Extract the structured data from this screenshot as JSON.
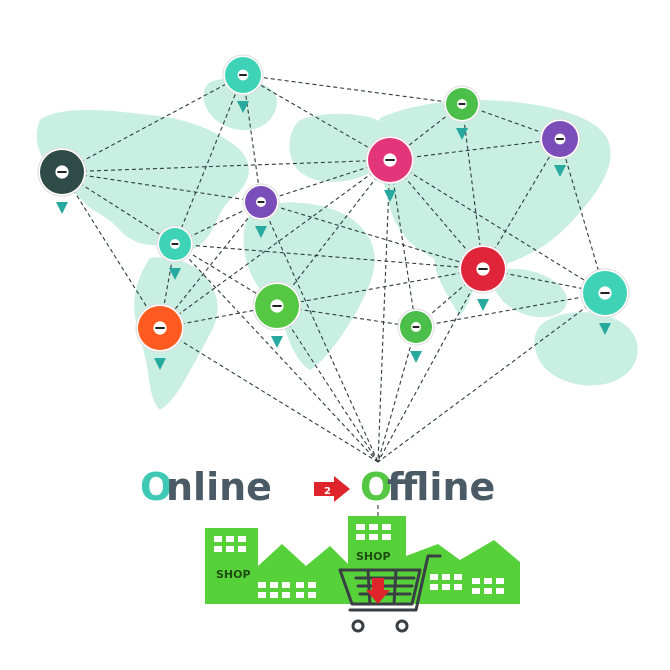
{
  "colors": {
    "map": "#c9efe3",
    "connector": "#2f3b3b",
    "pin_tail": "#27a9a0",
    "text": "#4b5b66",
    "o_accent_online": "#3fc9b4",
    "o_accent_offline": "#55c742",
    "arrow": "#e0242c",
    "shop_green": "#57d13a",
    "shop_dark": "#1e4d12",
    "cart": "#3a3f44"
  },
  "title": {
    "first_letter": "O",
    "online_rest": "nline",
    "arrow_number": "2",
    "second_letter": "O",
    "offline_rest": "ffline"
  },
  "shops": {
    "left_sign": "SHOP",
    "right_sign": "SHOP"
  },
  "nodes": [
    {
      "id": "n1",
      "color": "#2f4b47",
      "size": "large",
      "icon": "minus-circle-icon"
    },
    {
      "id": "n2",
      "color": "#3ed3b6",
      "size": "medium",
      "icon": "minus-circle-icon"
    },
    {
      "id": "n3",
      "color": "#4cbf4a",
      "size": "small",
      "icon": "minus-circle-icon"
    },
    {
      "id": "n4",
      "color": "#7b4db8",
      "size": "medium",
      "icon": "minus-circle-icon"
    },
    {
      "id": "n5",
      "color": "#e3357a",
      "size": "large",
      "icon": "minus-circle-icon"
    },
    {
      "id": "n6",
      "color": "#7b4db8",
      "size": "small",
      "icon": "minus-circle-icon"
    },
    {
      "id": "n7",
      "color": "#3ed3b6",
      "size": "small",
      "icon": "minus-circle-icon"
    },
    {
      "id": "n8",
      "color": "#e0243a",
      "size": "large",
      "icon": "minus-circle-icon"
    },
    {
      "id": "n9",
      "color": "#3ed3b6",
      "size": "large",
      "icon": "minus-circle-icon"
    },
    {
      "id": "n10",
      "color": "#ff5a1f",
      "size": "large",
      "icon": "minus-circle-icon"
    },
    {
      "id": "n11",
      "color": "#55c742",
      "size": "large",
      "icon": "minus-circle-icon"
    },
    {
      "id": "n12",
      "color": "#4cbf4a",
      "size": "small",
      "icon": "minus-circle-icon"
    }
  ],
  "links": [
    [
      "n1",
      "n2"
    ],
    [
      "n1",
      "n7"
    ],
    [
      "n1",
      "n6"
    ],
    [
      "n1",
      "n5"
    ],
    [
      "n1",
      "n10"
    ],
    [
      "n2",
      "n3"
    ],
    [
      "n2",
      "n7"
    ],
    [
      "n2",
      "n6"
    ],
    [
      "n2",
      "n5"
    ],
    [
      "n3",
      "n4"
    ],
    [
      "n3",
      "n5"
    ],
    [
      "n3",
      "n8"
    ],
    [
      "n4",
      "n5"
    ],
    [
      "n4",
      "n8"
    ],
    [
      "n4",
      "n9"
    ],
    [
      "n5",
      "n6"
    ],
    [
      "n5",
      "n8"
    ],
    [
      "n5",
      "n9"
    ],
    [
      "n5",
      "n11"
    ],
    [
      "n5",
      "n12"
    ],
    [
      "n5",
      "n10"
    ],
    [
      "n6",
      "n7"
    ],
    [
      "n6",
      "n10"
    ],
    [
      "n6",
      "n8"
    ],
    [
      "n7",
      "n10"
    ],
    [
      "n7",
      "n8"
    ],
    [
      "n7",
      "n11"
    ],
    [
      "n8",
      "n9"
    ],
    [
      "n8",
      "n12"
    ],
    [
      "n8",
      "n11"
    ],
    [
      "n10",
      "n11"
    ],
    [
      "n11",
      "n12"
    ],
    [
      "n12",
      "n9"
    ]
  ],
  "hub_links": [
    "n10",
    "n11",
    "n5",
    "n12",
    "n8",
    "n9",
    "n7",
    "n6"
  ]
}
